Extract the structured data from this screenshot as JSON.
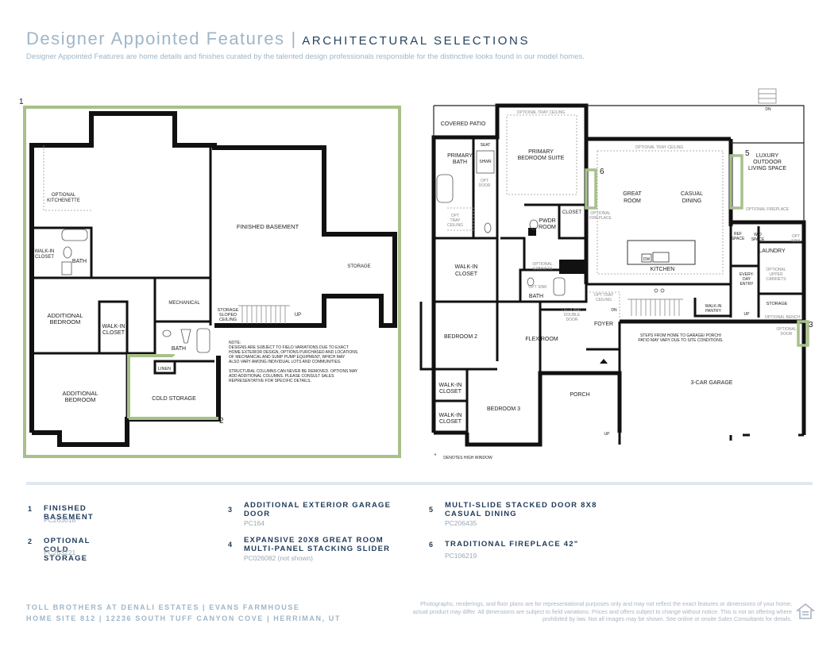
{
  "header": {
    "title": "Designer Appointed Features",
    "separator": "|",
    "subtitle": "ARCHITECTURAL SELECTIONS",
    "description": "Designer Appointed Features are home details and finishes curated by the talented design professionals responsible for the distinctive looks found in our model homes."
  },
  "basement": {
    "rooms": {
      "optional_kitchenette": [
        "OPTIONAL",
        "KITCHENETTE"
      ],
      "finished_basement": "FINISHED BASEMENT",
      "storage": "STORAGE",
      "walk_in_closet": [
        "WALK-IN",
        "CLOSET"
      ],
      "bath": "BATH",
      "mechanical": "MECHANICAL",
      "storage_sloped": [
        "STORAGE",
        "SLOPED",
        "CEILING"
      ],
      "up": "UP",
      "additional_bedroom_1": [
        "ADDITIONAL",
        "BEDROOM"
      ],
      "walk_in_closet_2": [
        "WALK-IN",
        "CLOSET"
      ],
      "bath_2": "BATH",
      "linen": "LINEN",
      "cold_storage": "COLD STORAGE",
      "additional_bedroom_2": [
        "ADDITIONAL",
        "BEDROOM"
      ]
    },
    "note": [
      "NOTE:",
      "DESIGNS ARE SUBJECT TO FIELD VARIATIONS DUE TO EXACT",
      "HOME EXTERIOR DESIGN, OPTIONS PURCHASED AND LOCATIONS",
      "OF MECHANICAL AND SUMP PUMP EQUIPMENT, WHICH MAY",
      "ALSO VARY AMONG INDIVIDUAL LOTS AND COMMUNITIES.",
      "",
      "STRUCTURAL COLUMNS CAN NEVER BE REMOVED. OPTIONS MAY",
      "ADD ADDITIONAL COLUMNS. PLEASE CONSULT SALES",
      "REPRESENTATIVE FOR SPECIFIC DETAILS."
    ],
    "markers": [
      "1",
      "2"
    ]
  },
  "main_floor": {
    "rooms": {
      "covered_patio": "COVERED PATIO",
      "optional_tray_ceiling": "OPTIONAL TRAY CEILING",
      "primary_bath": [
        "PRIMARY",
        "BATH"
      ],
      "seat": "SEAT",
      "shwr": "SHWR",
      "primary_bedroom_suite": [
        "PRIMARY",
        "BEDROOM SUITE"
      ],
      "opt_door": [
        "OPT",
        "DOOR"
      ],
      "opt_tray_ceiling": [
        "OPT",
        "TRAY",
        "CEILING"
      ],
      "pwdr_room": [
        "PWDR",
        "ROOM"
      ],
      "closet": "CLOSET",
      "great_room": [
        "GREAT",
        "ROOM"
      ],
      "casual_dining": [
        "CASUAL",
        "DINING"
      ],
      "optional_tray_ceiling_2": "OPTIONAL TRAY CEILING",
      "optional_fireplace": [
        "OPTIONAL",
        "FIREPLACE"
      ],
      "optional_fireplace_2": "OPTIONAL FIREPLACE",
      "luxury_outdoor": [
        "LUXURY",
        "OUTDOOR",
        "LIVING SPACE"
      ],
      "dn_top": "DN",
      "ref_space": [
        "REF",
        "SPACE"
      ],
      "wd_space": [
        "W/D",
        "SPACE"
      ],
      "laundry": "LAUNDRY",
      "opt_sink": [
        "OPT",
        "SINK"
      ],
      "walk_in_closet": [
        "WALK-IN",
        "CLOSET"
      ],
      "optional_cabinets": [
        "OPTIONAL",
        "CABINETS"
      ],
      "opt_sink_2": "OPT SINK",
      "bath": "BATH",
      "dw": "DW",
      "kitchen": "KITCHEN",
      "everyday_entry": [
        "EVERY-",
        "DAY",
        "ENTRY"
      ],
      "optional_upper_cabinets": [
        "OPTIONAL",
        "UPPER",
        "CABINETS"
      ],
      "opt_tray_ceiling_2": [
        "OPT TRAY",
        "CEILING"
      ],
      "dn": "DN",
      "walk_in_pantry": [
        "WALK-IN",
        "PANTRY"
      ],
      "up": "UP",
      "storage": "STORAGE",
      "optional_bench": "OPTIONAL BENCH",
      "optional_door": [
        "OPTIONAL",
        "DOOR"
      ],
      "bedroom_2": "BEDROOM 2",
      "flex_room": "FLEX ROOM",
      "optional_double_door": [
        "OPTIONAL",
        "DOUBLE",
        "DOOR"
      ],
      "foyer": "FOYER",
      "steps_note": [
        "STEPS FROM HOME TO GARAGE/ PORCH/",
        "PATIO MAY VARY DUE TO SITE CONDITIONS."
      ],
      "garage": "3-CAR GARAGE",
      "walk_in_closet_2": [
        "WALK-IN",
        "CLOSET"
      ],
      "walk_in_closet_3": [
        "WALK-IN",
        "CLOSET"
      ],
      "bedroom_3": "BEDROOM 3",
      "porch": "PORCH",
      "up_porch": "UP",
      "high_window": "DENOTES HIGH WINDOW",
      "star": "*"
    },
    "markers": [
      "3",
      "5",
      "6"
    ]
  },
  "features": [
    {
      "num": "1",
      "name": [
        "FINISHED BASEMENT"
      ],
      "code": "PC263018"
    },
    {
      "num": "2",
      "name": [
        "OPTIONAL COLD STORAGE"
      ],
      "code": "PC263221"
    },
    {
      "num": "3",
      "name": [
        "ADDITIONAL EXTERIOR GARAGE",
        "DOOR"
      ],
      "code": "PC164"
    },
    {
      "num": "4",
      "name": [
        "EXPANSIVE 20X8 GREAT ROOM",
        "MULTI-PANEL STACKING SLIDER"
      ],
      "code": "PC026082 (not shown)"
    },
    {
      "num": "5",
      "name": [
        "MULTI-SLIDE STACKED DOOR 8X8",
        "CASUAL DINING"
      ],
      "code": "PC206435"
    },
    {
      "num": "6",
      "name": [
        "TRADITIONAL FIREPLACE 42\""
      ],
      "code": "PC106219"
    }
  ],
  "footer": {
    "line1": "TOLL BROTHERS AT DENALI ESTATES  |  EVANS FARMHOUSE",
    "line2": "HOME SITE 812  |  12236 SOUTH TUFF CANYON COVE  |  HERRIMAN, UT",
    "disclaimer": "Photographs, renderings, and floor plans are for representational purposes only and may not reflect the exact features or dimensions of your home; actual product may differ. All dimensions are subject to field variations. Prices and offers subject to change without notice. This is not an offering where prohibited by law. Not all images may be shown. See online or onsite Sales Consultants for details.",
    "logo": "equal-housing-opportunity-icon"
  },
  "colors": {
    "highlight": "#a8c08a",
    "wall": "#111111",
    "header": "#9fb6c8",
    "dark": "#1f3a5a"
  }
}
